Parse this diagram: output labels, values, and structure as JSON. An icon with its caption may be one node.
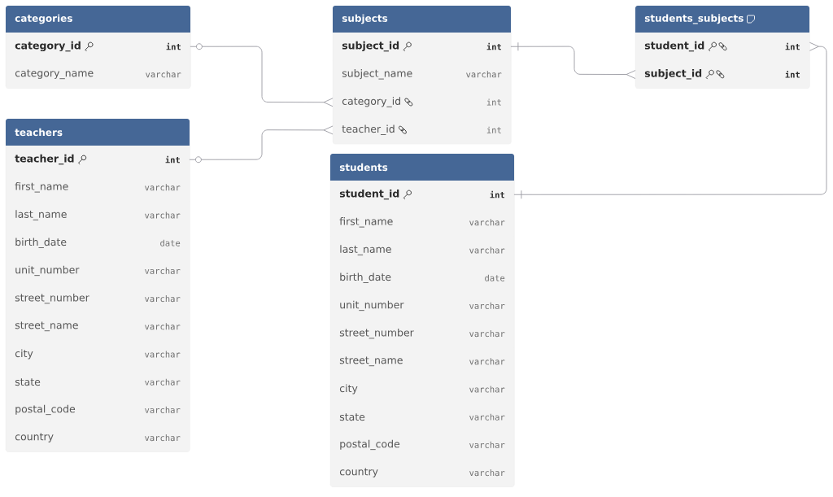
{
  "diagram": {
    "nodes": [
      {
        "text": [
          "categories"
        ]
      },
      {
        "text": [
          "category_id",
          "int"
        ],
        "in": 0
      },
      {
        "text": [
          "category_name",
          "varchar"
        ],
        "in": 0
      },
      {
        "text": [
          "subjects"
        ]
      },
      {
        "text": [
          "subject_id",
          "int"
        ],
        "in": 3
      },
      {
        "text": [
          "subject_name",
          "varchar"
        ],
        "in": 3
      },
      {
        "text": [
          "category_id",
          "int"
        ],
        "in": 3
      },
      {
        "text": [
          "teacher_id",
          "int"
        ],
        "in": 3
      },
      {
        "text": [
          "students_subjects"
        ]
      },
      {
        "text": [
          "student_id",
          "int"
        ],
        "in": 8
      },
      {
        "text": [
          "subject_id",
          "int"
        ],
        "in": 8
      },
      {
        "text": [
          "teachers"
        ]
      },
      {
        "text": [
          "teacher_id",
          "int"
        ],
        "in": 11
      },
      {
        "text": [
          "first_name",
          "varchar"
        ],
        "in": 11
      },
      {
        "text": [
          "last_name",
          "varchar"
        ],
        "in": 11
      },
      {
        "text": [
          "birth_date",
          "date"
        ],
        "in": 11
      },
      {
        "text": [
          "unit_number",
          "varchar"
        ],
        "in": 11
      },
      {
        "text": [
          "street_number",
          "varchar"
        ],
        "in": 11
      },
      {
        "text": [
          "street_name",
          "varchar"
        ],
        "in": 11
      },
      {
        "text": [
          "city",
          "varchar"
        ],
        "in": 11
      },
      {
        "text": [
          "state",
          "varchar"
        ],
        "in": 11
      },
      {
        "text": [
          "postal_code",
          "varchar"
        ],
        "in": 11
      },
      {
        "text": [
          "country",
          "varchar"
        ],
        "in": 11
      },
      {
        "text": [
          "students"
        ]
      },
      {
        "text": [
          "student_id",
          "int"
        ],
        "in": 23
      },
      {
        "text": [
          "first_name",
          "varchar"
        ],
        "in": 23
      },
      {
        "text": [
          "last_name",
          "varchar"
        ],
        "in": 23
      },
      {
        "text": [
          "birth_date",
          "date"
        ],
        "in": 23
      },
      {
        "text": [
          "unit_number",
          "varchar"
        ],
        "in": 23
      },
      {
        "text": [
          "street_number",
          "varchar"
        ],
        "in": 23
      },
      {
        "text": [
          "street_name",
          "varchar"
        ],
        "in": 23
      },
      {
        "text": [
          "city",
          "varchar"
        ],
        "in": 23
      },
      {
        "text": [
          "state",
          "varchar"
        ],
        "in": 23
      },
      {
        "text": [
          "postal_code",
          "varchar"
        ],
        "in": 23
      },
      {
        "text": [
          "country",
          "varchar"
        ],
        "in": 23
      }
    ],
    "edges": [
      {
        "from": 1,
        "to": 6,
        "arrow": "other"
      },
      {
        "from": 12,
        "to": 7,
        "arrow": "other"
      },
      {
        "from": 4,
        "to": 10,
        "arrow": "other"
      },
      {
        "from": 24,
        "to": 9,
        "arrow": "other"
      }
    ]
  }
}
